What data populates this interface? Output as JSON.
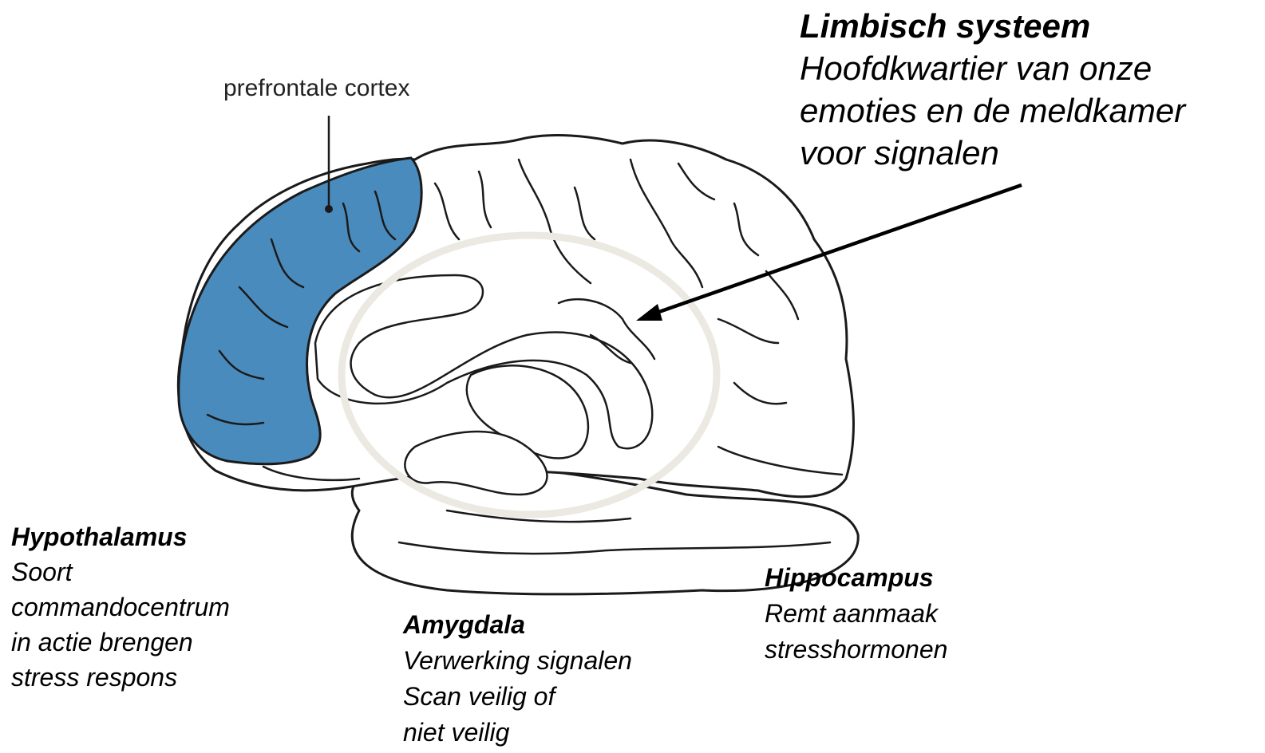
{
  "labels": {
    "prefrontal": "prefrontale cortex",
    "limbic": {
      "title": "Limbisch systeem",
      "lines": [
        "Hoofdkwartier van onze",
        "emoties en de meldkamer",
        "voor signalen"
      ]
    },
    "hypothalamus": {
      "title": "Hypothalamus",
      "lines": [
        "Soort",
        "commandocentrum",
        "in actie brengen",
        "stress respons"
      ]
    },
    "amygdala": {
      "title": "Amygdala",
      "lines": [
        "Verwerking signalen",
        "Scan veilig of",
        "niet veilig"
      ]
    },
    "hippocampus": {
      "title": "Hippocampus",
      "lines": [
        "Remt aanmaak",
        "stresshormonen"
      ]
    }
  },
  "colors": {
    "prefrontal_fill": "#4a8bbd",
    "limbic_ring": "#ebe9e1",
    "outline": "#1a1a1a"
  }
}
